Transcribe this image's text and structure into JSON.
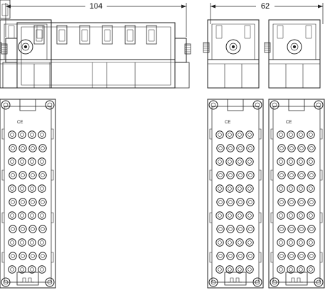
{
  "dimensions": {
    "front_width": "104",
    "side_width": "62"
  },
  "insert_marking": "CE",
  "pin_grid": {
    "rows": 11,
    "columns": 4
  }
}
